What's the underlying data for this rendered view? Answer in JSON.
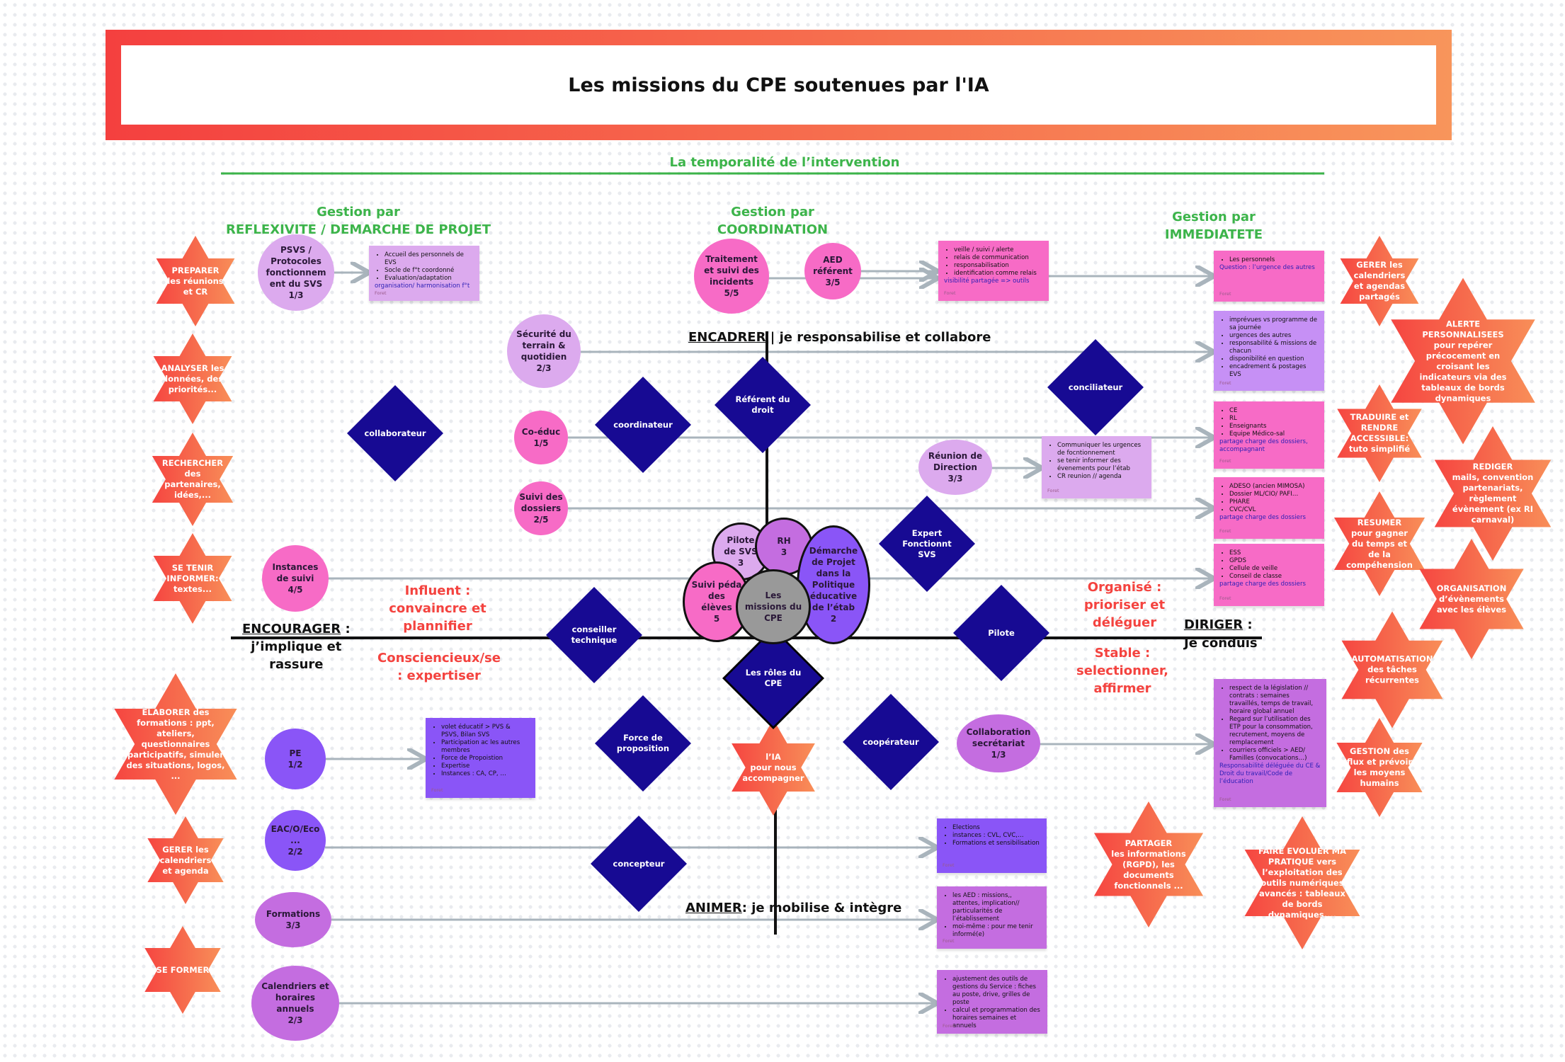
{
  "title": "Les missions du CPE soutenues par l'IA",
  "subtitle": "La temporalité de l’intervention",
  "headers": [
    {
      "line1": "Gestion par",
      "line2": "REFLEXIVITE / DEMARCHE DE PROJET"
    },
    {
      "line1": "Gestion par",
      "line2": "COORDINATION"
    },
    {
      "line1": "Gestion par",
      "line2": "IMMEDIATETE"
    }
  ],
  "axes": {
    "encadrer": {
      "key": "ENCADRER",
      "text": " | je responsabilise et collabore"
    },
    "animer": {
      "key": "ANIMER",
      "text": ":   je mobilise & intègre"
    },
    "encourager": {
      "key": "ENCOURAGER",
      "text1": " :",
      "text2": "j’implique et",
      "text3": "rassure"
    },
    "diriger": {
      "key": "DIRIGER",
      "text1": " :",
      "text2": "Je conduis"
    }
  },
  "qualities": [
    "Influent :\nconvaincre et\nplannifier",
    "Consciencieux/se\n: expertiser",
    "Organisé :\nprioriser et\ndéléguer",
    "Stable :\nselectionner,\naffirmer"
  ],
  "stars": [
    "PREPARER\nles réunions\net CR",
    "ANALYSER les\ndonnées, des\npriorités...",
    "RECHERCHER\ndes\npartenaires,\nidées,...",
    "SE TENIR\nINFORMER:\ntextes...",
    "ELABORER des\nformations : ppt,\nateliers,\nquestionnaires\nparticipatifs, simuler\ndes situations, logos,\n...",
    "GERER les\ncalendriers\net agenda",
    "SE FORMER",
    "GERER les\ncalendriers\net agendas\npartagés",
    "ALERTE\nPERSONNALISEES\npour repérer\nprécocement en\ncroisant les\nindicateurs via des\ntableaux de bords\ndynamiques",
    "TRADUIRE et\nRENDRE\nACCESSIBLE:\ntuto simplifié",
    "REDIGER\nmails, convention\npartenariats,\nrèglement\névènement (ex RI\ncarnaval)",
    "RESUMER\npour gagner\ndu temps et\nde la\ncompéhension",
    "ORGANISATION\nd’évènements\navec les élèves",
    "AUTOMATISATION\ndes tâches\nrécurrentes",
    "GESTION des\nflux et prévoir\nles moyens\nhumains",
    "PARTAGER\nles informations\n(RGPD), les\ndocuments\nfonctionnels ...",
    "FAIRE EVOLUER MA\nPRATIQUE vers\nl’exploitation des\noutils numériques\navancés : tableaux\nde bords\ndynamiques,...",
    "l’IA\npour nous\naccompagner"
  ],
  "circles": [
    {
      "text": "PSVS /\nProtocoles\nfonctionnem\nent du SVS\n1/3",
      "color": "#dcaaee"
    },
    {
      "text": "Traitement\net suivi des\nincidents\n5/5",
      "color": "#f76bc6"
    },
    {
      "text": "AED\nréférent\n3/5",
      "color": "#f76bc6"
    },
    {
      "text": "Sécurité du\nterrain &\nquotidien\n2/3",
      "color": "#dcaaee"
    },
    {
      "text": "Co-éduc\n1/5",
      "color": "#f76bc6"
    },
    {
      "text": "Suivi des\ndossiers\n2/5",
      "color": "#f76bc6"
    },
    {
      "text": "Réunion de\nDirection\n3/3",
      "color": "#dcaaee"
    },
    {
      "text": "Instances\nde suivi\n4/5",
      "color": "#f76bc6"
    },
    {
      "text": "PE\n1/2",
      "color": "#8a55f7"
    },
    {
      "text": "EAC/O/Eco\n...\n2/2",
      "color": "#8a55f7"
    },
    {
      "text": "Formations\n3/3",
      "color": "#c46de0"
    },
    {
      "text": "Calendriers et\nhoraires\nannuels\n2/3",
      "color": "#c46de0"
    },
    {
      "text": "Collaboration\nsecrétariat\n1/3",
      "color": "#c46de0"
    }
  ],
  "cluster": [
    {
      "text": "Pilote\nde SVS\n3",
      "color": "#dcaaee"
    },
    {
      "text": "RH\n3",
      "color": "#c46de0"
    },
    {
      "text": "Suivi péda\ndes\nélèves\n5",
      "color": "#f76bc6"
    },
    {
      "text": "Démarche\nde Projet\ndans la\nPolitique\néducative\nde l’étab\n2",
      "color": "#8a55f7"
    },
    {
      "text": "Les\nmissions du\nCPE",
      "color": "#999999"
    }
  ],
  "diamonds": [
    "collaborateur",
    "coordinateur",
    "Référent du\ndroit",
    "conciliateur",
    "Expert\nFonctionnt\nSVS",
    "conseiller\ntechnique",
    "Les rôles du\nCPE",
    "Pilote",
    "Force de\nproposition",
    "coopérateur",
    "concepteur"
  ],
  "notes": [
    {
      "color": "#dcaaee",
      "items": [
        "Accueil des personnels de EVS",
        "Socle de f°t coordonné",
        "Evaluation/adaptation"
      ],
      "extra": "organisation/ harmonisation f°t",
      "foot": "Foret"
    },
    {
      "color": "#f76bc6",
      "items": [
        "veille / suivi / alerte",
        "relais de communication",
        "responsabilisation",
        "identification comme relais"
      ],
      "extra": "visibilité partagée => outils",
      "foot": "Foret"
    },
    {
      "color": "#f76bc6",
      "items": [
        "Les personnels"
      ],
      "extra": "Question : l’urgence des autres",
      "foot": "Foret"
    },
    {
      "color": "#c690f5",
      "items": [
        "imprévues vs programme de sa journée",
        "urgences des autres",
        "responsabilité & missions de chacun",
        "disponibilité en question",
        "encadrement & postages EVS"
      ],
      "extra": "",
      "foot": "Foret"
    },
    {
      "color": "#f76bc6",
      "items": [
        "CE",
        "RL",
        "Enseignants",
        "Equipe Médico-sal"
      ],
      "extra": "partage charge des dossiers, accompagnant",
      "foot": "Foret"
    },
    {
      "color": "#dcaaee",
      "items": [
        "Communiquer les urgences de focntionnement",
        "se tenir informer des évenements pour l’étab",
        "CR reunion // agenda"
      ],
      "extra": "",
      "foot": "Foret"
    },
    {
      "color": "#f76bc6",
      "items": [
        "ADESO (ancien MIMOSA)",
        "Dossier ML/CIO/ PAFI…",
        "PHARE",
        "CVC/CVL"
      ],
      "extra": "partage charge des dossiers",
      "foot": "Foret"
    },
    {
      "color": "#f76bc6",
      "items": [
        "ESS",
        "GPDS",
        "Cellule de veille",
        "Conseil de classe"
      ],
      "extra": "partage charge des dossiers",
      "foot": "Foret"
    },
    {
      "color": "#c46de0",
      "items": [
        "respect de la législation // contrats : semaines travaillés, temps de travail, horaire global annuel",
        "Regard sur l’utilisation des ETP pour la consommation, recrutement, moyens de remplacement",
        "courriers officiels > AED/ Familles (convocations…)"
      ],
      "extra": "Responsabilité déléguée du CE & Droit du travail/Code de l’éducation",
      "foot": "Foret"
    },
    {
      "color": "#8a55f7",
      "items": [
        "volet éducatif > PVS & PSVS, Bilan SVS",
        "Participation ac les autres membres",
        "Force de Propoistion",
        "Expertise",
        "Instances : CA, CP, …"
      ],
      "extra": "",
      "foot": "Foret"
    },
    {
      "color": "#8a55f7",
      "items": [
        "Elections",
        "instances : CVL, CVC,…",
        "Formations et sensibilisation"
      ],
      "extra": "",
      "foot": "Foret"
    },
    {
      "color": "#c46de0",
      "items": [
        "les AED : missions,, attentes, implication// particularités de l’établissement",
        "moi-même : pour me tenir informé(e)"
      ],
      "extra": "",
      "foot": "Foret"
    },
    {
      "color": "#c46de0",
      "items": [
        "ajustement des outils de gestions du Service : fiches au poste, drive, grilles de poste",
        "calcul et programmation des horaires semaines et annuels"
      ],
      "extra": "",
      "foot": "Foret"
    }
  ],
  "colors": {
    "accent_start": "#f4403f",
    "accent_end": "#f8955b",
    "green": "#3cb44a",
    "diamond": "#170a93",
    "arrow": "#a9b4bc"
  }
}
